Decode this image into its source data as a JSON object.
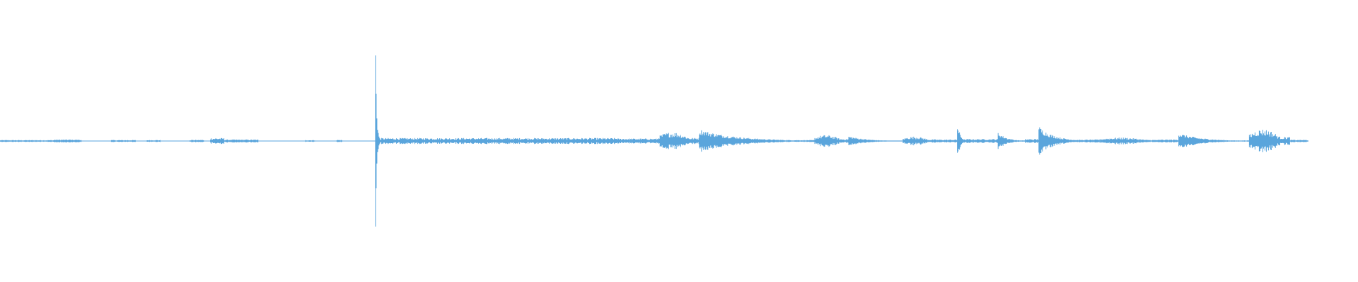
{
  "waveform": {
    "color": "#5aa5dc",
    "background": "#ffffff",
    "duration_fraction": 0.9635,
    "segments": [
      {
        "start": 0.0,
        "end": 0.04,
        "peak": 0.01,
        "kind": "flat"
      },
      {
        "start": 0.04,
        "end": 0.06,
        "peak": 0.015,
        "kind": "flat"
      },
      {
        "start": 0.082,
        "end": 0.1,
        "peak": 0.01,
        "kind": "flat"
      },
      {
        "start": 0.108,
        "end": 0.118,
        "peak": 0.01,
        "kind": "flat"
      },
      {
        "start": 0.14,
        "end": 0.15,
        "peak": 0.012,
        "kind": "flat"
      },
      {
        "start": 0.155,
        "end": 0.165,
        "peak": 0.03,
        "kind": "flat"
      },
      {
        "start": 0.165,
        "end": 0.19,
        "peak": 0.015,
        "kind": "flat"
      },
      {
        "start": 0.225,
        "end": 0.232,
        "peak": 0.01,
        "kind": "flat"
      },
      {
        "start": 0.248,
        "end": 0.252,
        "peak": 0.012,
        "kind": "flat"
      },
      {
        "start": 0.2765,
        "end": 0.2805,
        "peak": 1.0,
        "kind": "spike"
      },
      {
        "start": 0.2805,
        "end": 0.455,
        "peak": 0.03,
        "kind": "flat"
      },
      {
        "start": 0.455,
        "end": 0.485,
        "peak": 0.025,
        "kind": "flat"
      },
      {
        "start": 0.485,
        "end": 0.515,
        "peak": 0.09,
        "kind": "burst"
      },
      {
        "start": 0.515,
        "end": 0.6,
        "peak": 0.12,
        "kind": "decay"
      },
      {
        "start": 0.6,
        "end": 0.625,
        "peak": 0.06,
        "kind": "burst"
      },
      {
        "start": 0.625,
        "end": 0.665,
        "peak": 0.05,
        "kind": "decay"
      },
      {
        "start": 0.665,
        "end": 0.69,
        "peak": 0.045,
        "kind": "burst"
      },
      {
        "start": 0.69,
        "end": 0.705,
        "peak": 0.015,
        "kind": "flat"
      },
      {
        "start": 0.705,
        "end": 0.712,
        "peak": 0.18,
        "kind": "decay"
      },
      {
        "start": 0.712,
        "end": 0.735,
        "peak": 0.02,
        "kind": "flat"
      },
      {
        "start": 0.735,
        "end": 0.755,
        "peak": 0.09,
        "kind": "decay"
      },
      {
        "start": 0.755,
        "end": 0.765,
        "peak": 0.02,
        "kind": "flat"
      },
      {
        "start": 0.765,
        "end": 0.8,
        "peak": 0.15,
        "kind": "decay"
      },
      {
        "start": 0.8,
        "end": 0.81,
        "peak": 0.015,
        "kind": "flat"
      },
      {
        "start": 0.81,
        "end": 0.855,
        "peak": 0.035,
        "kind": "burst"
      },
      {
        "start": 0.855,
        "end": 0.868,
        "peak": 0.015,
        "kind": "flat"
      },
      {
        "start": 0.868,
        "end": 0.92,
        "peak": 0.08,
        "kind": "decay"
      },
      {
        "start": 0.92,
        "end": 0.95,
        "peak": 0.12,
        "kind": "burst"
      },
      {
        "start": 0.95,
        "end": 0.9635,
        "peak": 0.012,
        "kind": "flat"
      }
    ]
  }
}
